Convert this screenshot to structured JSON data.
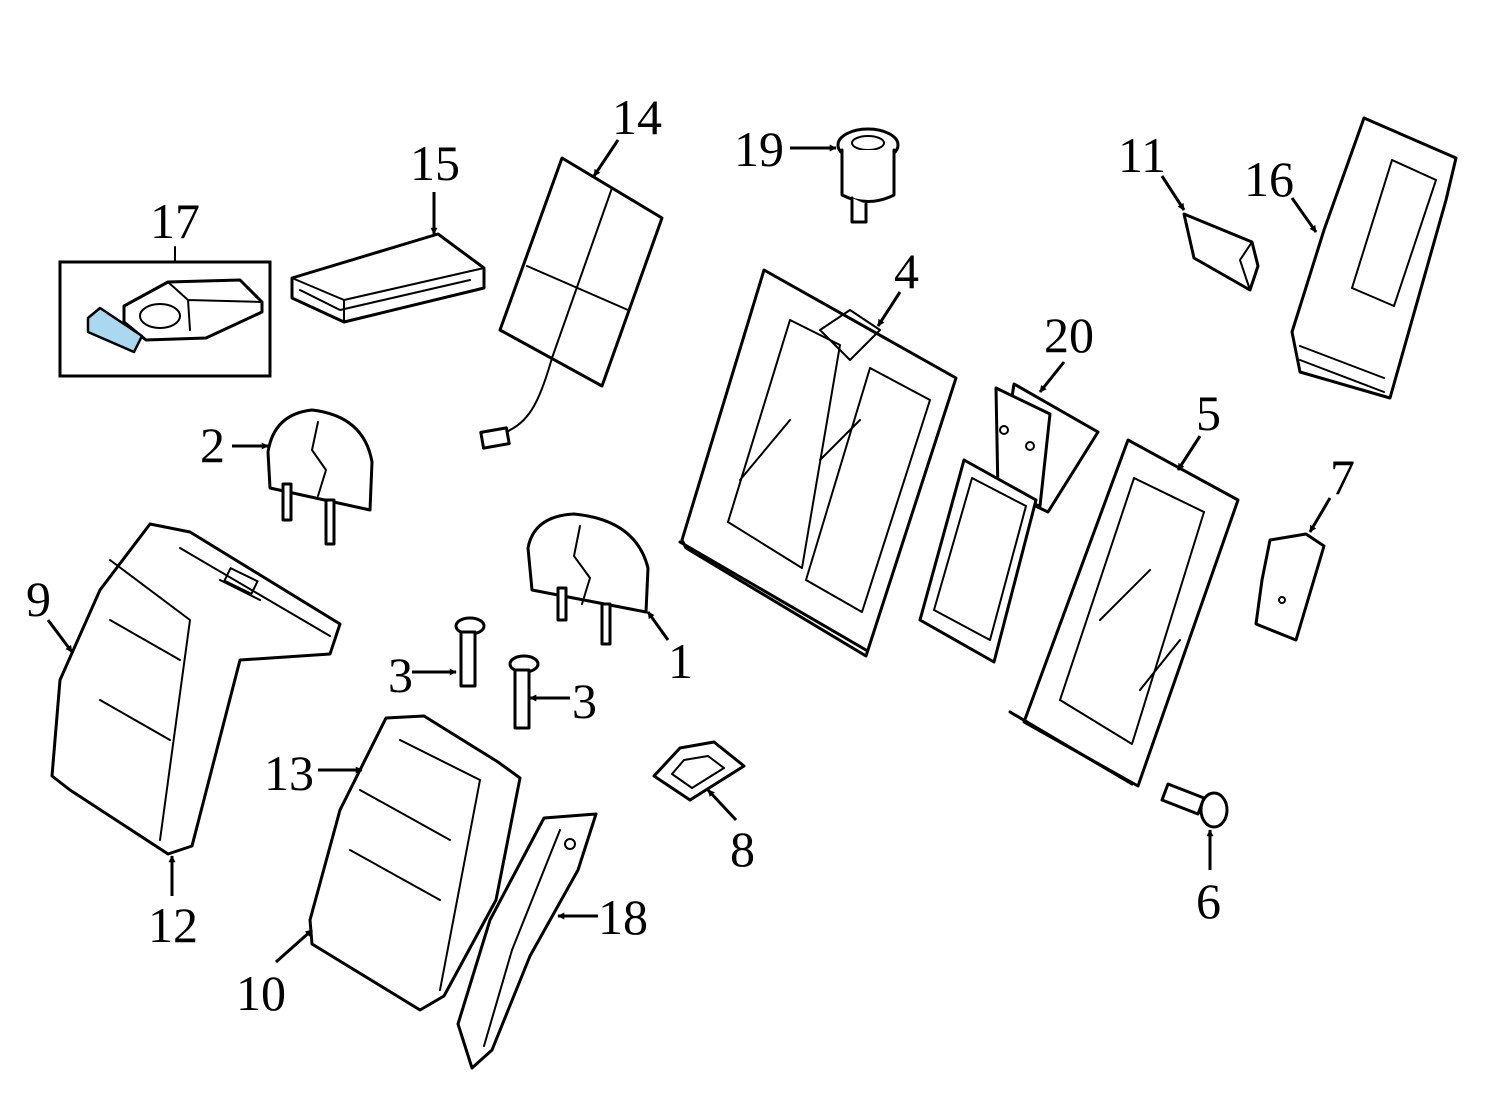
{
  "diagram": {
    "highlight_color": "#a9d8f0",
    "line_color": "#000000",
    "callouts": {
      "c1": "1",
      "c2": "2",
      "c3a": "3",
      "c3b": "3",
      "c4": "4",
      "c5": "5",
      "c6": "6",
      "c7": "7",
      "c8": "8",
      "c9": "9",
      "c10": "10",
      "c11": "11",
      "c12": "12",
      "c13": "13",
      "c14": "14",
      "c15": "15",
      "c16": "16",
      "c17": "17",
      "c18": "18",
      "c19": "19",
      "c20": "20"
    }
  }
}
